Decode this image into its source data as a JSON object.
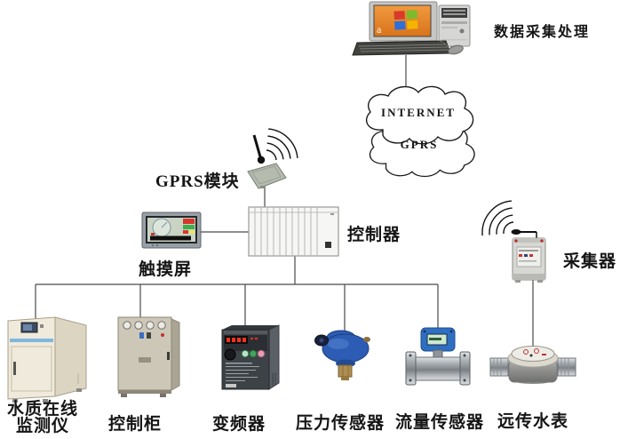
{
  "diagram": {
    "top": {
      "computer_label": "数据采集处理",
      "screen_letter": "a"
    },
    "cloud": {
      "internet": "INTERNET",
      "gprs": "GPRS"
    },
    "middle": {
      "gprs_module": "GPRS模块",
      "controller": "控制器",
      "touch_screen": "触摸屏",
      "collector": "采集器"
    },
    "bottom": {
      "water_quality_line1": "水质在线",
      "water_quality_line2": "监测仪",
      "control_cabinet": "控制柜",
      "inverter": "变频器",
      "pressure_sensor": "压力传感器",
      "flow_sensor": "流量传感器",
      "water_meter": "远传水表"
    },
    "colors": {
      "wire": "#4a4a4a",
      "monitor_screen_orange": "#e8821c",
      "sensor_blue": "#2c5cb4",
      "flow_head_blue": "#2f6fc2",
      "brass": "#ad8d50",
      "cabinet_beige": "#efeadb",
      "vfd_body_dark": "#3d4247",
      "led_red": "#f53220",
      "touchscreen_bezel": "#98a0a6"
    }
  }
}
